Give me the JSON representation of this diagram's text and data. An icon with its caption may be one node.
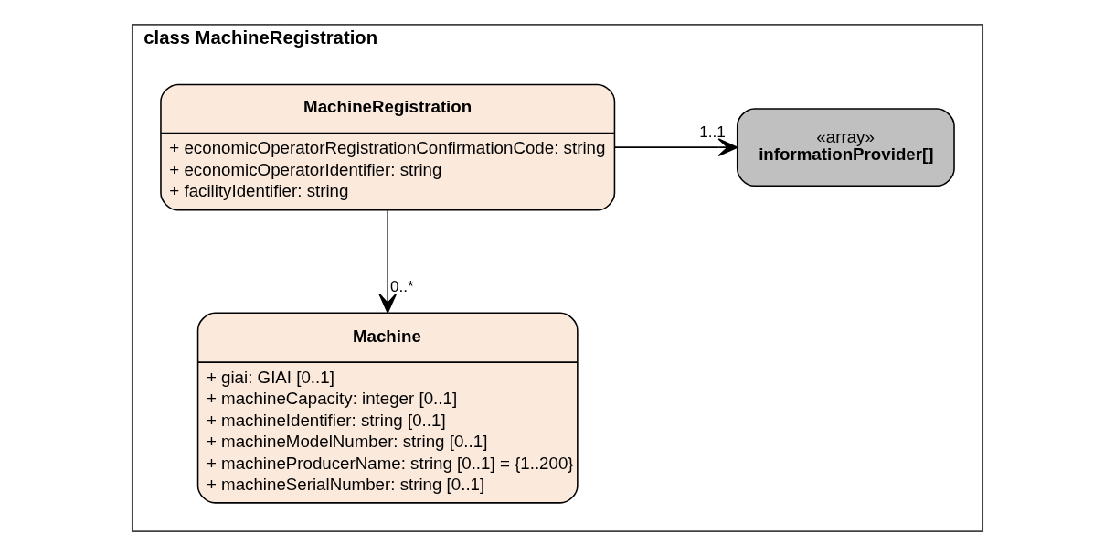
{
  "diagram": {
    "nodes": [
      {
        "text": [
          "class MachineRegistration"
        ]
      },
      {
        "text": [
          "MachineRegistration",
          "+ economicOperatorRegistrationConfirmationCode: string",
          "+ economicOperatorIdentifier: string",
          "+ facilityIdentifier: string"
        ],
        "in": 0
      },
      {
        "text": [
          "«array»",
          "informationProvider[]"
        ],
        "in": 0
      },
      {
        "text": [
          "Machine",
          "+ giai: GIAI [0..1]",
          "+ machineCapacity: integer [0..1]",
          "+ machineIdentifier: string [0..1]",
          "+ machineModelNumber: string [0..1]",
          "+ machineProducerName: string [0..1] = {1..200}",
          "+ machineSerialNumber: string [0..1]"
        ],
        "in": 0
      }
    ],
    "edges": [
      {
        "from": 1,
        "to": 2,
        "arrow": "to",
        "label": "1..1"
      },
      {
        "from": 1,
        "to": 3,
        "arrow": "to",
        "label": "0..*"
      }
    ]
  }
}
